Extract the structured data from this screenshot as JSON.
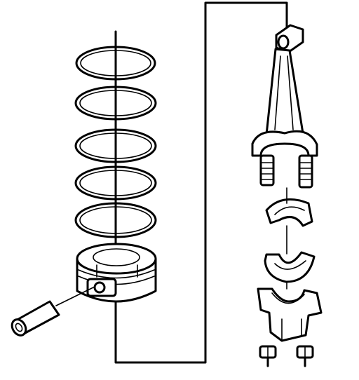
{
  "figure": {
    "type": "exploded-assembly-illustration",
    "parts": [
      {
        "id": "piston-ring",
        "count": 5,
        "icon": "ring-icon"
      },
      {
        "id": "piston",
        "count": 1,
        "icon": "piston-icon"
      },
      {
        "id": "piston-pin",
        "count": 1,
        "icon": "pin-icon"
      },
      {
        "id": "connecting-rod",
        "count": 1,
        "icon": "rod-icon"
      },
      {
        "id": "rod-bearing-upper",
        "count": 1,
        "icon": "bearing-shell-icon"
      },
      {
        "id": "rod-bearing-lower",
        "count": 1,
        "icon": "bearing-shell-icon"
      },
      {
        "id": "rod-cap",
        "count": 1,
        "icon": "rod-cap-icon"
      },
      {
        "id": "rod-nut",
        "count": 2,
        "icon": "nut-icon"
      }
    ],
    "colors": {
      "ink": "#000000",
      "background": "#ffffff"
    }
  }
}
